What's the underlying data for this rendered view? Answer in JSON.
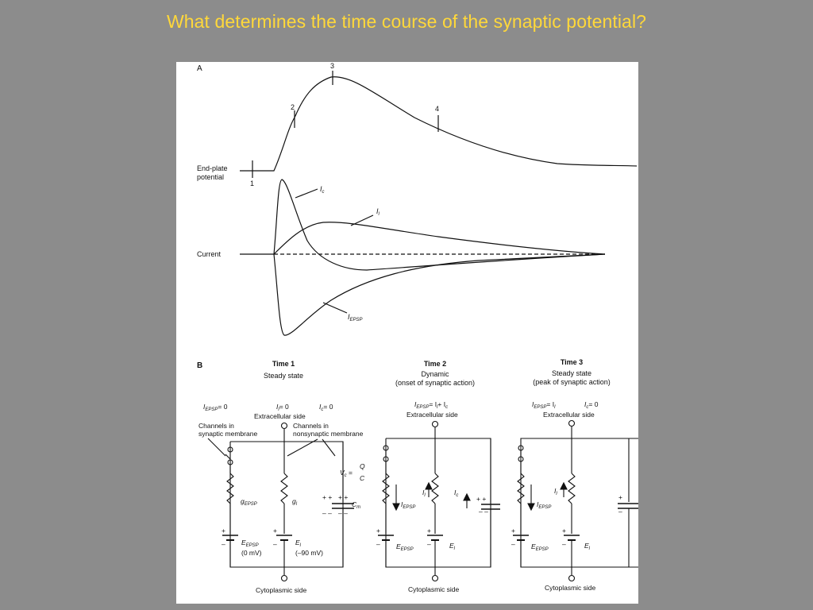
{
  "slide": {
    "title": "What determines the time course of the synaptic potential?"
  },
  "panel_a": {
    "label": "A",
    "epp_label_line1": "End-plate",
    "epp_label_line2": "potential",
    "current_label": "Current",
    "markers": [
      "1",
      "2",
      "3",
      "4"
    ],
    "curve_ic": "I",
    "curve_ic_sub": "c",
    "curve_il": "I",
    "curve_il_sub": "l",
    "curve_iepsp": "I",
    "curve_iepsp_sub": "EPSP"
  },
  "panel_b": {
    "label": "B",
    "time1": {
      "title": "Time 1",
      "subtitle": "Steady state",
      "eq_iepsp": "= 0",
      "eq_il": "= 0",
      "eq_ic": "= 0",
      "extracellular": "Extracellular side",
      "channels_syn_1": "Channels in",
      "channels_syn_2": "synaptic membrane",
      "channels_nonsyn_1": "Channels in",
      "channels_nonsyn_2": "nonsynaptic membrane",
      "g_epsp": "g",
      "g_epsp_sub": "EPSP",
      "g_l": "g",
      "g_l_sub": "l",
      "vc_lhs": "V",
      "vc_sub": "c",
      "vc_num": "Q",
      "vc_den": "C",
      "cm": "C",
      "cm_sub": "m",
      "e_epsp": "E",
      "e_epsp_sub": "EPSP",
      "e_epsp_val": "(0 mV)",
      "e_l": "E",
      "e_l_sub": "l",
      "e_l_val": "(–90 mV)",
      "cytoplasmic": "Cytoplasmic side",
      "plus_plus": "+ +",
      "minus_minus": "– –"
    },
    "time2": {
      "title": "Time 2",
      "subtitle1": "Dynamic",
      "subtitle2": "(onset of synaptic action)",
      "equation": "= I",
      "equation_plus": "+ I",
      "extracellular": "Extracellular side",
      "cytoplasmic": "Cytoplasmic side"
    },
    "time3": {
      "title": "Time 3",
      "subtitle1": "Steady state",
      "subtitle2": "(peak of synaptic action)",
      "eq1": "= I",
      "eq2": "= 0",
      "extracellular": "Extracellular side",
      "cytoplasmic": "Cytoplasmic side"
    }
  },
  "colors": {
    "background": "#8c8c8c",
    "title": "#ffd83a",
    "figure_bg": "#ffffff",
    "ink": "#111111"
  }
}
